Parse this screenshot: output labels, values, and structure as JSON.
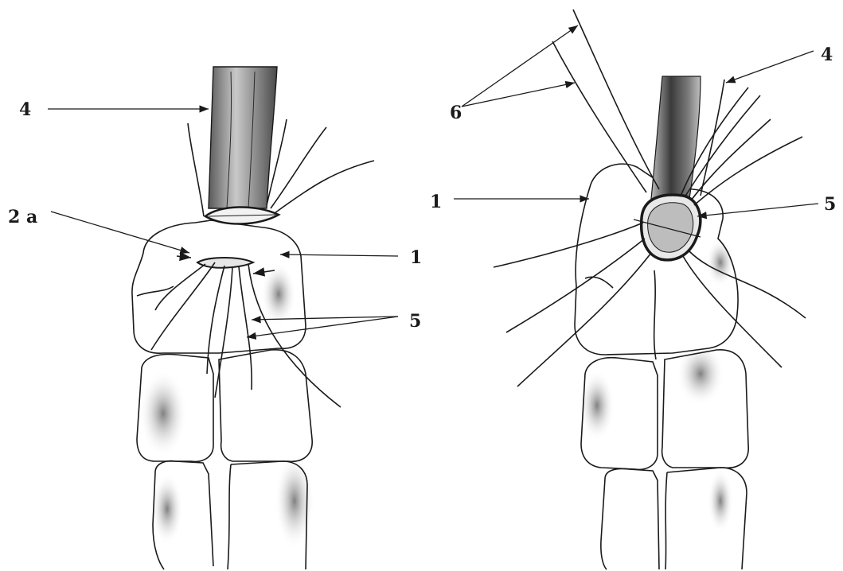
{
  "left_panel": {
    "label_4": "4",
    "label_2a": "2 a",
    "label_1": "1",
    "label_5": "5"
  },
  "right_panel": {
    "label_6": "6",
    "label_4": "4",
    "label_1": "1",
    "label_5": "5"
  },
  "colors": {
    "ink": "#1a1a1a",
    "shade_dark": "#3a3a3a",
    "shade_mid": "#8c8c8c",
    "shade_light": "#c8c8c8",
    "paper": "#ffffff"
  }
}
